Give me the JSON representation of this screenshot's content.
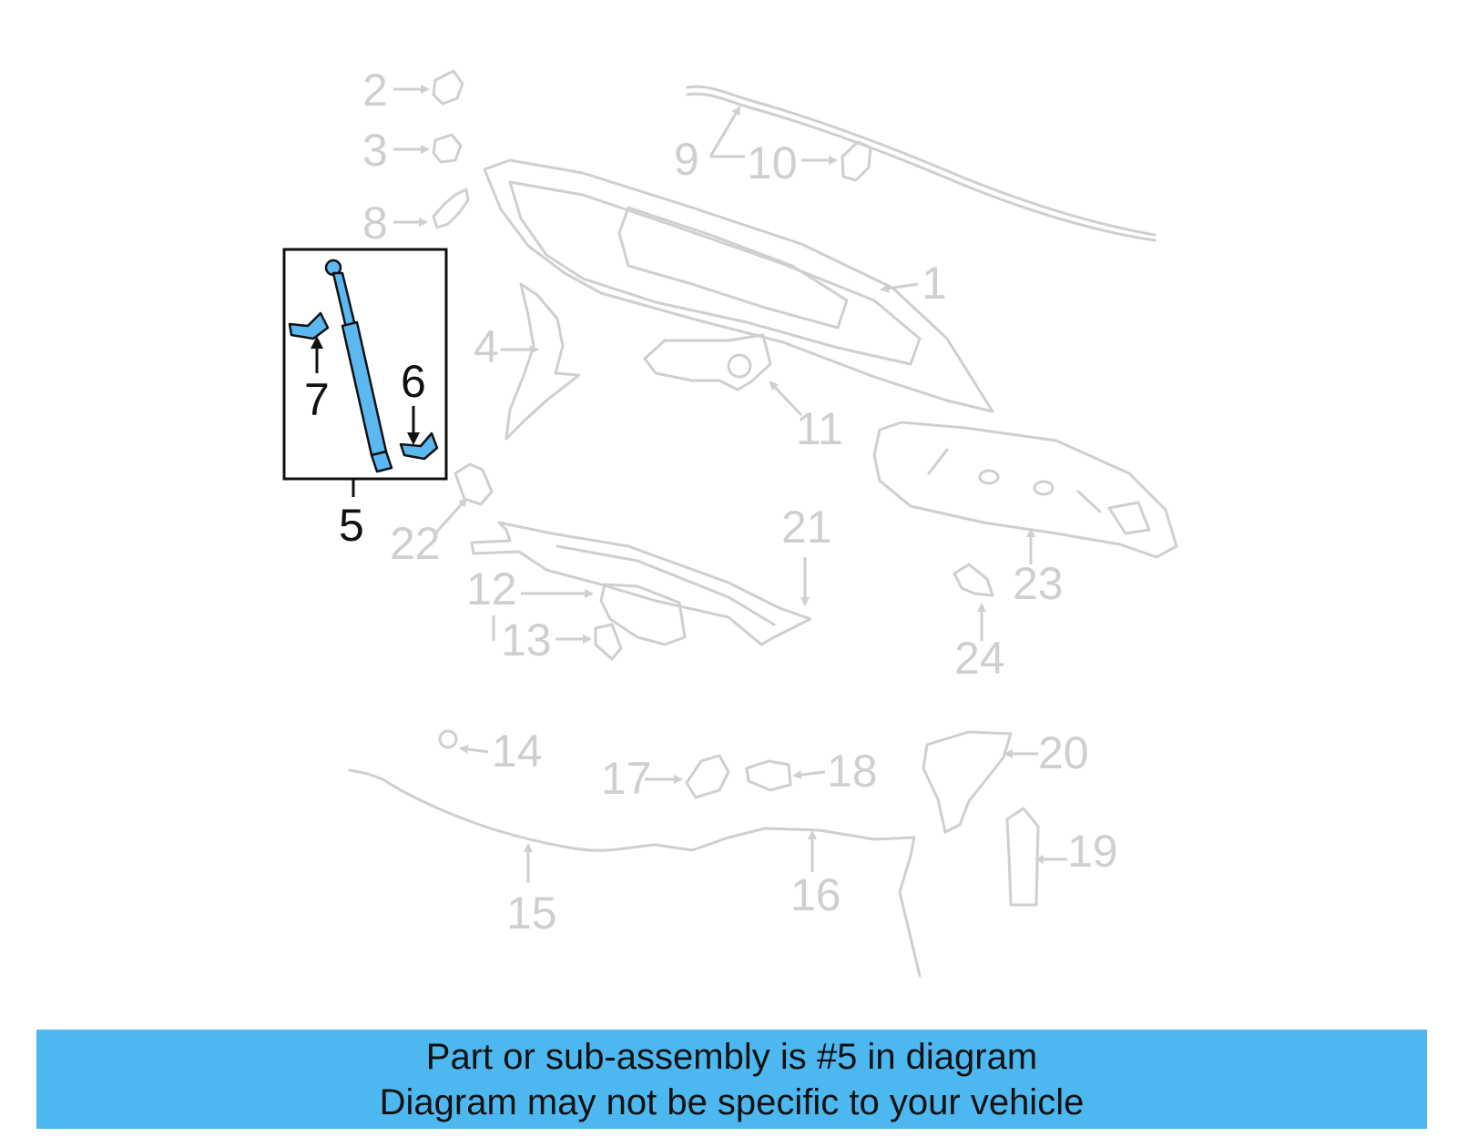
{
  "diagram": {
    "highlight_color": "#4db8f0",
    "labels": {
      "l1": "1",
      "l2": "2",
      "l3": "3",
      "l4": "4",
      "l5": "5",
      "l6": "6",
      "l7": "7",
      "l8": "8",
      "l9": "9",
      "l10": "10",
      "l11": "11",
      "l12": "12",
      "l13": "13",
      "l14": "14",
      "l15": "15",
      "l16": "16",
      "l17": "17",
      "l18": "18",
      "l19": "19",
      "l20": "20",
      "l21": "21",
      "l22": "22",
      "l23": "23",
      "l24": "24"
    }
  },
  "banner": {
    "line1": "Part or sub-assembly is #5 in diagram",
    "line2": "Diagram may not be specific to your vehicle"
  }
}
